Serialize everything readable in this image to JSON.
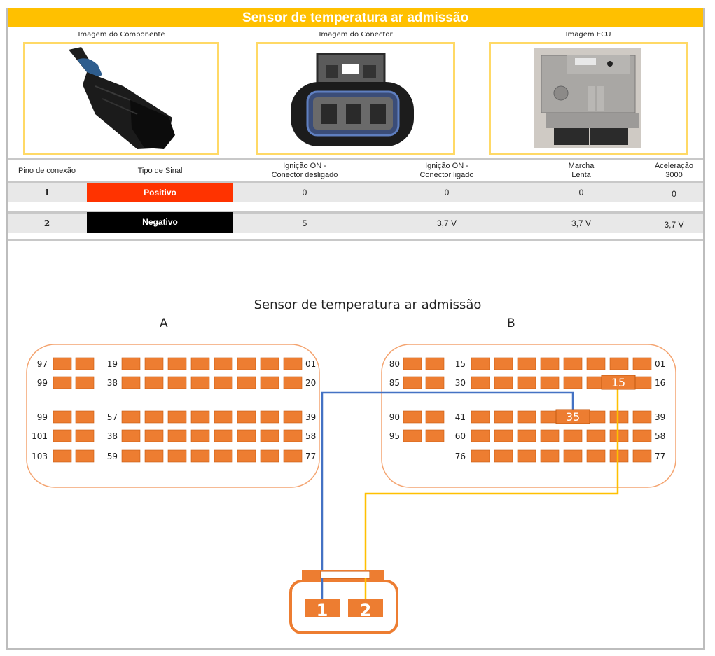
{
  "header": {
    "title": "Sensor de temperatura ar admissão",
    "title_bg": "#ffc000"
  },
  "images": [
    {
      "label": "Imagem do Componente",
      "depicts": "black intake air temperature sensor with blue O-ring"
    },
    {
      "label": "Imagem do Conector",
      "depicts": "three-pin black connector with blue seal"
    },
    {
      "label": "Imagem ECU",
      "depicts": "silver engine control unit with black connectors"
    }
  ],
  "table": {
    "headers": [
      "Pino de conexão",
      "Tipo de Sinal",
      "Ignição ON -\nConector desligado",
      "Ignição ON -\nConector ligado",
      "Marcha\nLenta",
      "Aceleração\n3000"
    ],
    "headers_split": [
      [
        "Pino de conexão"
      ],
      [
        "Tipo de Sinal"
      ],
      [
        "Ignição ON -",
        "Conector desligado"
      ],
      [
        "Ignição ON -",
        "Conector ligado"
      ],
      [
        "Marcha",
        "Lenta"
      ],
      [
        "Aceleração",
        "3000"
      ]
    ],
    "rows": [
      {
        "pin": "1",
        "signal": "Positivo",
        "signal_color": "#ff3300",
        "ign_on_disconnected": "0",
        "ign_on_connected": "0",
        "idle": "0",
        "accel_3000": "0"
      },
      {
        "pin": "2",
        "signal": "Negativo",
        "signal_color": "#000000",
        "ign_on_disconnected": "5",
        "ign_on_connected": "3,7 V",
        "idle": "3,7 V",
        "accel_3000": "3,7 V"
      }
    ]
  },
  "diagram": {
    "title": "Sensor de temperatura ar admissão",
    "pin_color": "#ed7d31",
    "outline_color": "#f4a470",
    "connector_a": {
      "label": "A",
      "rows": [
        {
          "left": "97",
          "mid": "19",
          "right": "01"
        },
        {
          "left": "99",
          "mid": "38",
          "right": "20"
        },
        {
          "left": "99",
          "mid": "57",
          "right": "39"
        },
        {
          "left": "101",
          "mid": "38",
          "right": "58"
        },
        {
          "left": "103",
          "mid": "59",
          "right": "77"
        }
      ]
    },
    "connector_b": {
      "label": "B",
      "rows": [
        {
          "left": "80",
          "mid": "15",
          "right": "01"
        },
        {
          "left": "85",
          "mid": "30",
          "right": "16"
        },
        {
          "left": "90",
          "mid": "41",
          "right": "39"
        },
        {
          "left": "95",
          "mid": "60",
          "right": "58"
        },
        {
          "left": "",
          "mid": "76",
          "right": "77"
        }
      ],
      "highlighted_pins": [
        "15",
        "35"
      ]
    },
    "wires": [
      {
        "from_sensor_pin": "1",
        "to_ecu_pin": "35",
        "connector": "B",
        "color": "#4472c4"
      },
      {
        "from_sensor_pin": "2",
        "to_ecu_pin": "15",
        "connector": "B",
        "color": "#ffc000"
      }
    ],
    "sensor_connector": {
      "pins": [
        "1",
        "2"
      ]
    }
  }
}
